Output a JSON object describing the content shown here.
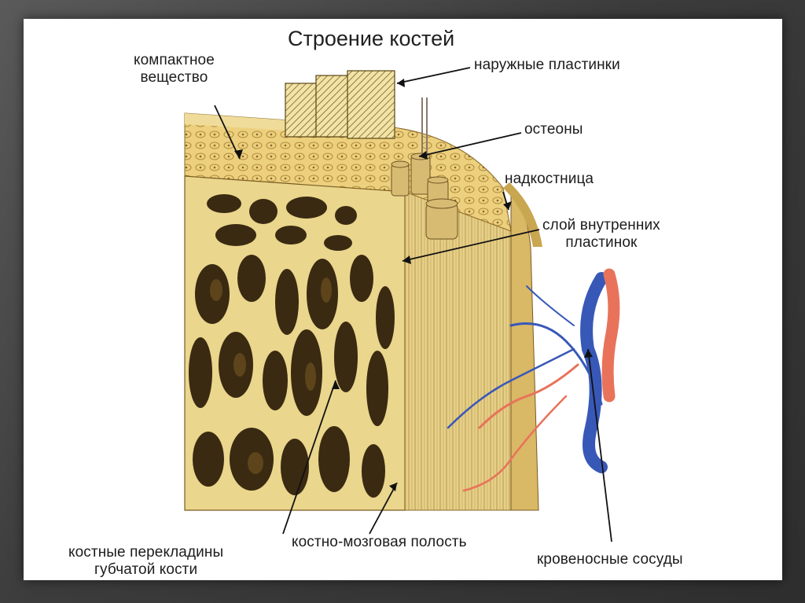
{
  "slide": {
    "title": "Строение костей",
    "labels": {
      "compact_line1": "компактное",
      "compact_line2": "вещество",
      "outer_plates": "наружные пластинки",
      "osteons": "остеоны",
      "periosteum": "надкостница",
      "inner_plates_line1": "слой внутренних",
      "inner_plates_line2": "пластинок",
      "trabeculae_line1": "костные перекладины",
      "trabeculae_line2": "губчатой кости",
      "marrow_cavity": "костно-мозговая полость",
      "vessels": "кровеносные сосуды"
    }
  },
  "colors": {
    "bone": "#e9d48a",
    "bone_dark": "#3a2a12",
    "artery": "#e8735a",
    "vein": "#3858b8",
    "background": "#ffffff"
  }
}
